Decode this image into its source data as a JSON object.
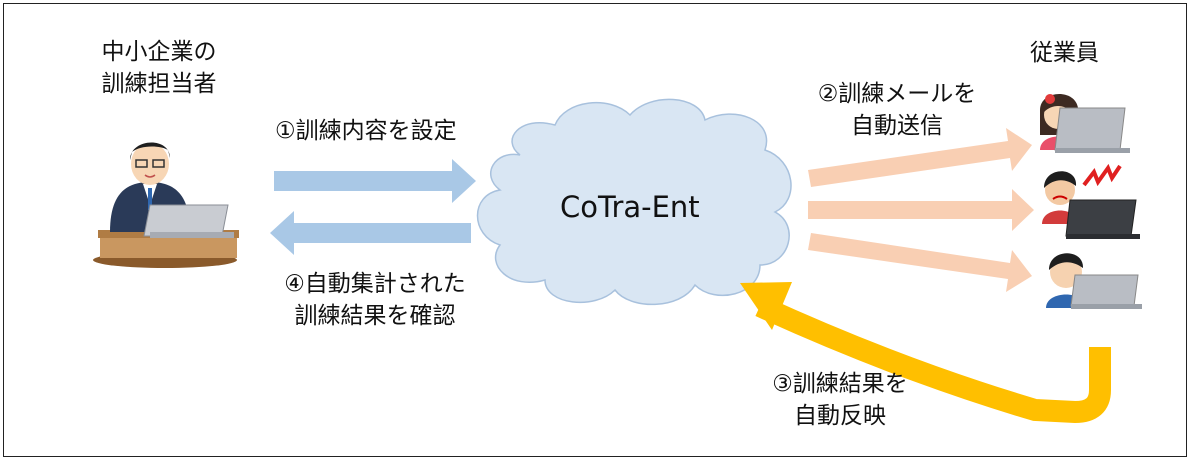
{
  "manager": {
    "line1": "中小企業の",
    "line2": "訓練担当者"
  },
  "employees": {
    "title": "従業員"
  },
  "cloud": {
    "label": "CoTra-Ent"
  },
  "steps": {
    "step1": "①訓練内容を設定",
    "step2_line1": "②訓練メールを",
    "step2_line2": "自動送信",
    "step3_line1": "③訓練結果を",
    "step3_line2": "自動反映",
    "step4_line1": "④自動集計された",
    "step4_line2": "訓練結果を確認"
  },
  "colors": {
    "blue_arrow": "#a9c8e6",
    "peach_arrow": "#f9cfb3",
    "yellow_arrow": "#ffbf00",
    "cloud_fill": "#d9e6f3",
    "cloud_stroke": "#a8c1dd"
  }
}
